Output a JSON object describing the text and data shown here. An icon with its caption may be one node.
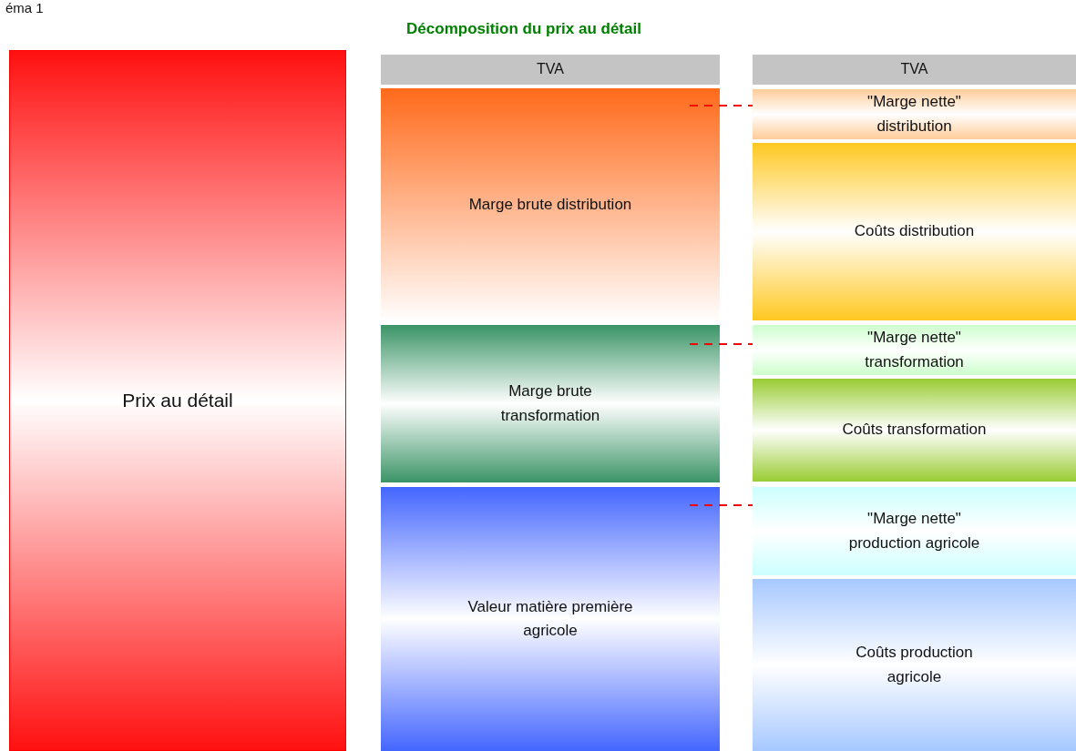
{
  "diagram": {
    "title": "Décomposition du prix au détail",
    "nodes": [
      {
        "text": [
          "Prix au détail"
        ]
      },
      {
        "text": [
          "TVA"
        ]
      },
      {
        "text": [
          "Marge brute distribution"
        ]
      },
      {
        "text": [
          "Marge brute transformation"
        ]
      },
      {
        "text": [
          "Valeur matière première agricole"
        ]
      },
      {
        "text": [
          "TVA"
        ]
      },
      {
        "text": [
          "\"Marge nette\" distribution"
        ]
      },
      {
        "text": [
          "Coûts distribution"
        ]
      },
      {
        "text": [
          "\"Marge nette\" transformation"
        ]
      },
      {
        "text": [
          "Coûts transformation"
        ]
      },
      {
        "text": [
          "\"Marge nette\" production agricole"
        ]
      },
      {
        "text": [
          "Coûts production agricole"
        ]
      }
    ],
    "edges": [
      {
        "from": 2,
        "to": 6,
        "arrow": "none",
        "style": "dashed",
        "color": "#ff0000"
      },
      {
        "from": 3,
        "to": 8,
        "arrow": "none",
        "style": "dashed",
        "color": "#ff0000"
      },
      {
        "from": 4,
        "to": 10,
        "arrow": "none",
        "style": "dashed",
        "color": "#ff0000"
      }
    ],
    "labels": [
      "éma 1"
    ]
  }
}
